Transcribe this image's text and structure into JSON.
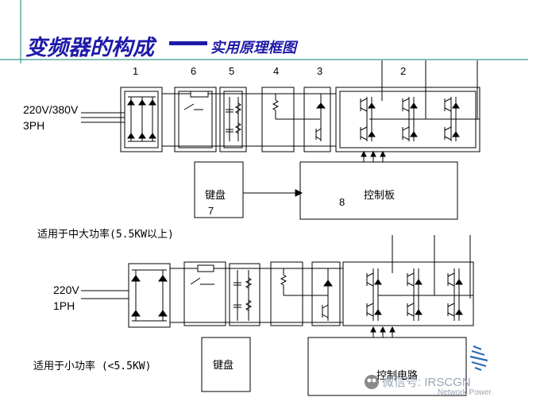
{
  "title": {
    "main": "变频器的构成",
    "sub": "实用原理框图"
  },
  "top_diagram": {
    "block_numbers": [
      "1",
      "6",
      "5",
      "4",
      "3",
      "2"
    ],
    "input_lines": [
      "220V/380V",
      "3PH"
    ],
    "keyboard_label": "键盘",
    "keyboard_number": "7",
    "control_label": "控制板",
    "control_number": "8",
    "note": "适用于中大功率(5.5KW以上)"
  },
  "bottom_diagram": {
    "input_lines": [
      "220V",
      "1PH"
    ],
    "keyboard_label": "键盘",
    "control_label": "控制电路",
    "note": "适用于小功率 (<5.5KW)"
  },
  "watermark": {
    "text": "微信号: IRSCGN",
    "sub": "Network Power"
  },
  "colors": {
    "title": "#1e1aa8",
    "accent_line": "#3a9a8c",
    "lines": "#000000"
  }
}
